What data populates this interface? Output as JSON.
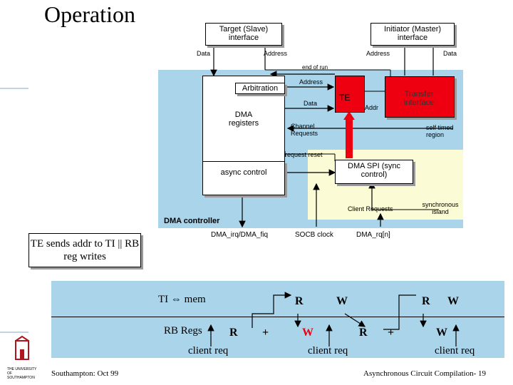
{
  "slide": {
    "title": "Operation",
    "footer_left": "Southampton: Oct 99",
    "footer_right": "Asynchronous Circuit Compilation- 19",
    "logo_text": "THE UNIVERSITY OF SOUTHAMPTON"
  },
  "diagram": {
    "target_box": "Target (Slave) interface",
    "initiator_box": "Initiator (Master) interface",
    "arbitration_label": "Arbitration",
    "dma_registers_label": "DMA registers",
    "te_label": "TE",
    "transfer_box": "Transfer interface",
    "dma_spi_box": "DMA SPI (sync control)",
    "async_control_box": "async control",
    "signals": {
      "data_left": "Data",
      "address_left": "Address",
      "address_right": "Address",
      "data_right": "Data",
      "end_of_run": "end of run",
      "address_inner": "Address",
      "data_inner": "Data",
      "addr": "Addr",
      "channel_requests": "Channel Requests",
      "self_timed_region": "self timed region",
      "request_reset": "request reset",
      "client_requests": "Client Requests",
      "synchronous_island": "synchronous island",
      "dma_controller": "DMA controller",
      "dma_irq": "DMA_irq/DMA_fiq",
      "socb_clock": "SOCB clock",
      "dma_rq": "DMA_rq[n]"
    },
    "note": "TE sends addr to TI || RB reg writes",
    "timeline": {
      "row1_label": "TI",
      "row1_arrow": "mem",
      "row2_label": "RB Regs",
      "client_req": "client req",
      "r": "R",
      "w": "W",
      "plus": "+"
    },
    "colors": {
      "dma_region": "#a9d4ea",
      "sync_island": "#fbfbd6",
      "te_red": "#ee0011",
      "arrow_red": "#ee0011"
    }
  }
}
